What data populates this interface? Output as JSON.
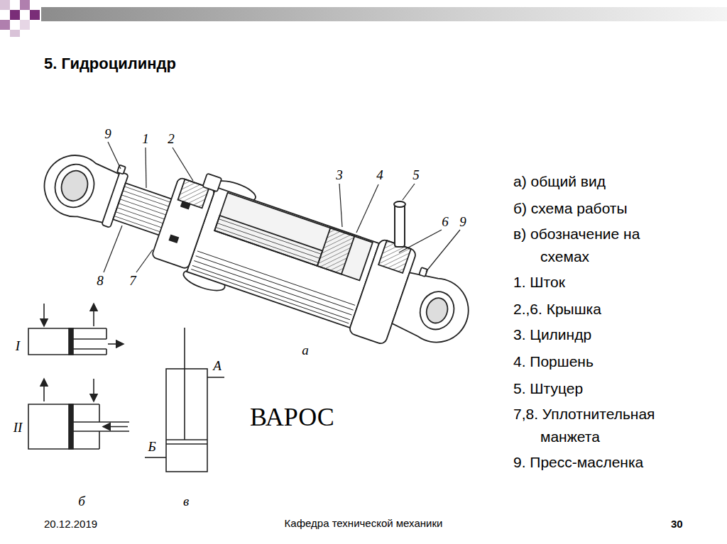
{
  "diagram": {
    "title": "5. Гидроцилиндр",
    "labels": [
      "а) общий вид",
      "б) схема работы",
      "в) обозначение на схемах",
      "1. Шток",
      "2.,6. Крышка",
      "3. Цилиндр",
      "4. Поршень",
      "5. Штуцер",
      "7,8. Уплотнительная манжета",
      "9. Пресс-масленка",
      "9",
      "1",
      "2",
      "3",
      "4",
      "5",
      "6",
      "9",
      "8",
      "7",
      "а",
      "I",
      "II",
      "б",
      "в",
      "А",
      "Б",
      "ВАРОС",
      "20.12.2019",
      "Кафедра технической механики",
      "30"
    ]
  }
}
